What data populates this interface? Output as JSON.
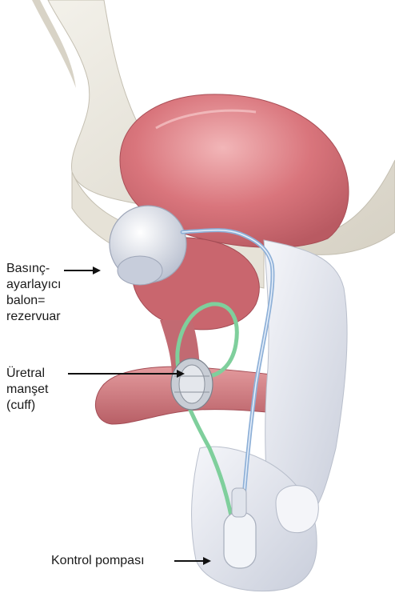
{
  "labels": {
    "reservoir": "Basınç-\nayarlayıcı\nbalon=\nrezervuar",
    "cuff": "Üretral\nmanşet\n(cuff)",
    "pump": "Kontrol pompası"
  },
  "colors": {
    "bone": "#e9e6dc",
    "bone_shadow": "#cfcabd",
    "bladder": "#d9757c",
    "bladder_light": "#eba1a4",
    "urethra": "#d3777b",
    "skin": "#e8ebf2",
    "skin_shadow": "#c7ccd8",
    "tube_green": "#7fcf9c",
    "tube_blue": "#8fb1d8",
    "reservoir": "#d9deea",
    "cuff_metal": "#b9bec6",
    "arrow": "#111111"
  }
}
